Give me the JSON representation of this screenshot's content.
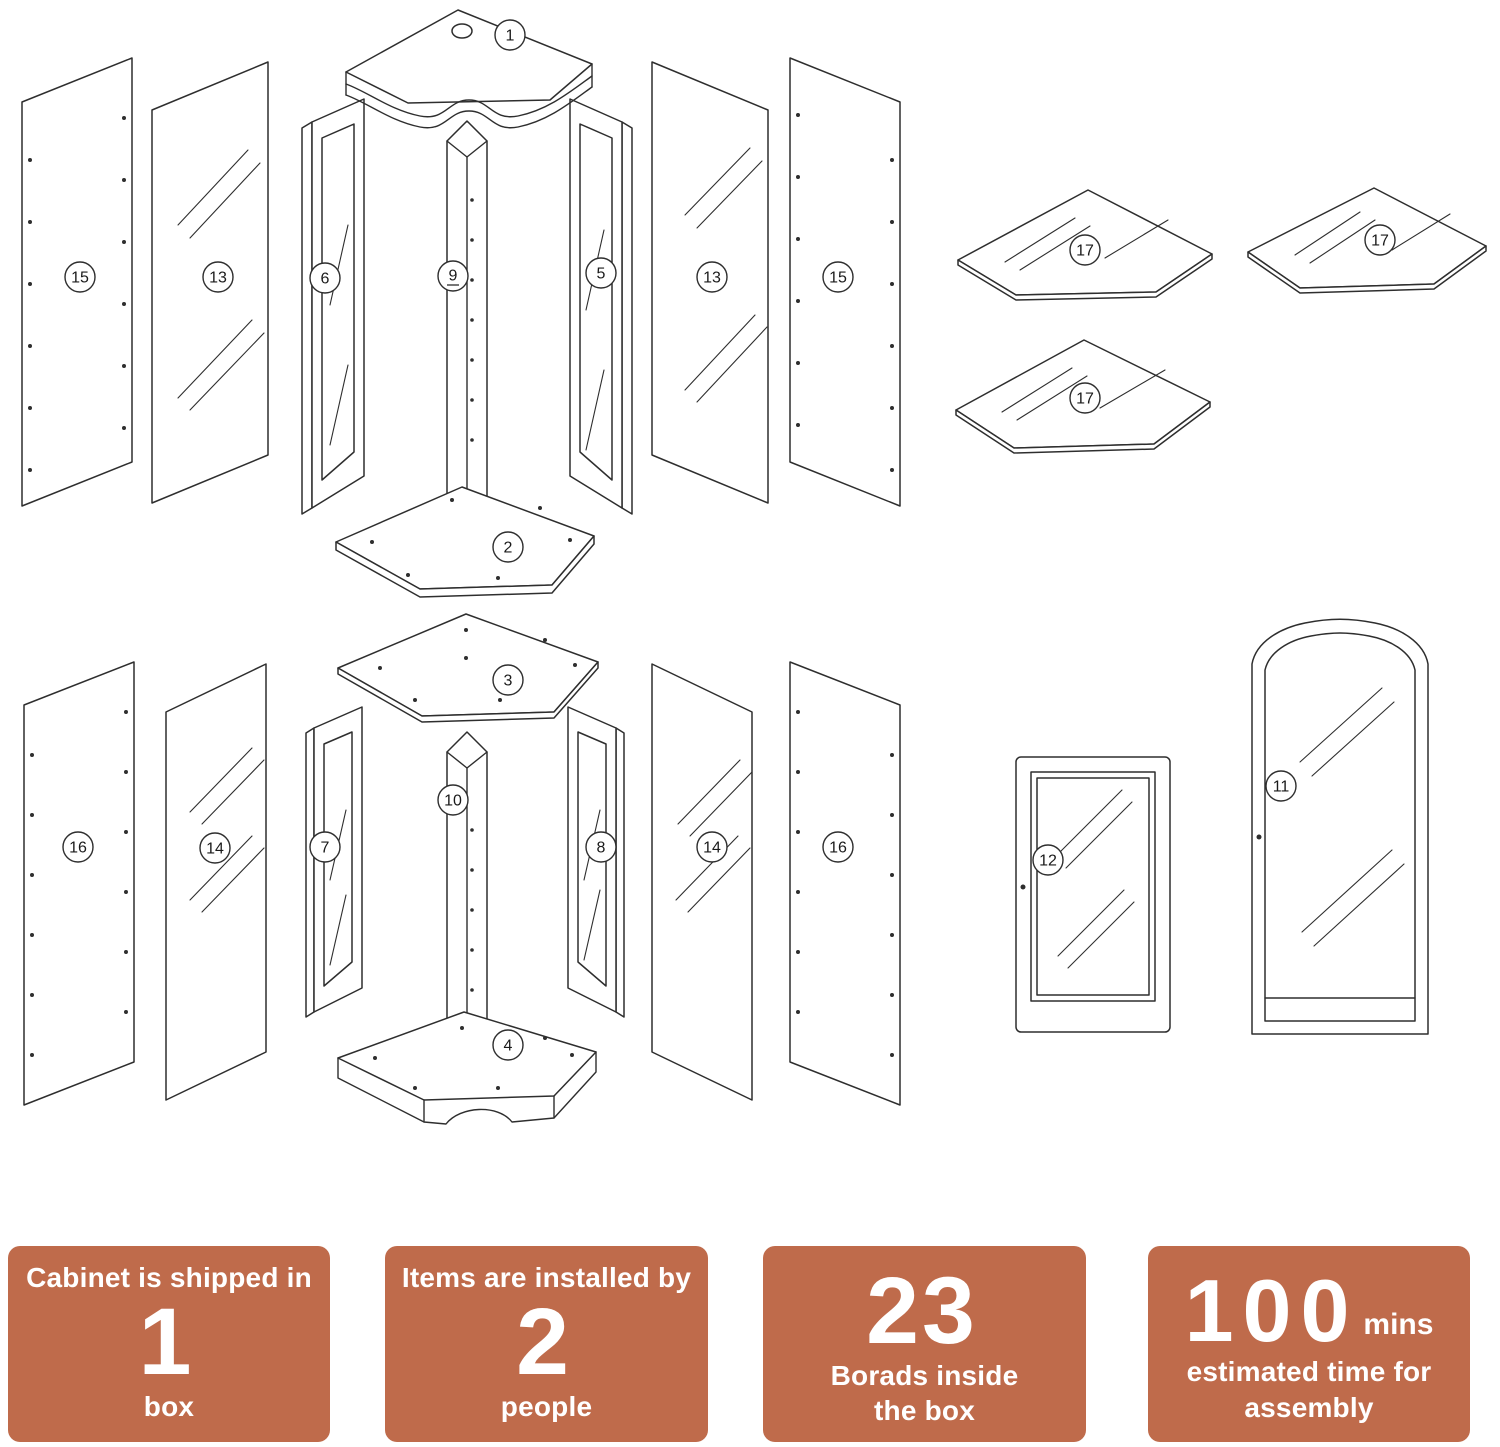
{
  "diagram": {
    "parts": [
      {
        "id": "upper-side-panel-left",
        "label": "15"
      },
      {
        "id": "upper-glass-panel-left",
        "label": "13"
      },
      {
        "id": "upper-door-stile-left",
        "label": "6"
      },
      {
        "id": "upper-corner-post",
        "label": "9"
      },
      {
        "id": "upper-door-stile-right",
        "label": "5"
      },
      {
        "id": "upper-glass-panel-right",
        "label": "13"
      },
      {
        "id": "upper-side-panel-right",
        "label": "15"
      },
      {
        "id": "top-crown",
        "label": "1"
      },
      {
        "id": "middle-shelf",
        "label": "2"
      },
      {
        "id": "corner-shelf-a",
        "label": "17"
      },
      {
        "id": "corner-shelf-b",
        "label": "17"
      },
      {
        "id": "corner-shelf-c",
        "label": "17"
      },
      {
        "id": "lower-top-shelf",
        "label": "3"
      },
      {
        "id": "lower-side-panel-left",
        "label": "16"
      },
      {
        "id": "lower-glass-panel-left",
        "label": "14"
      },
      {
        "id": "lower-door-stile-left",
        "label": "7"
      },
      {
        "id": "lower-corner-post",
        "label": "10"
      },
      {
        "id": "lower-door-stile-right",
        "label": "8"
      },
      {
        "id": "lower-glass-panel-right",
        "label": "14"
      },
      {
        "id": "lower-side-panel-right",
        "label": "16"
      },
      {
        "id": "base",
        "label": "4"
      },
      {
        "id": "glass-door-small",
        "label": "12"
      },
      {
        "id": "glass-door-arched",
        "label": "11"
      }
    ]
  },
  "info_cards": [
    {
      "line1": "Cabinet is shipped in",
      "big": "1",
      "suffix": "",
      "line2": "box",
      "line3": ""
    },
    {
      "line1": "Items are installed by",
      "big": "2",
      "suffix": "",
      "line2": "people",
      "line3": ""
    },
    {
      "line1": "",
      "big": "23",
      "suffix": "",
      "line2": "Borads inside",
      "line3": "the box"
    },
    {
      "line1": "",
      "big": "100",
      "suffix": "mins",
      "line2": "estimated time for",
      "line3": "assembly"
    }
  ],
  "colors": {
    "card_background": "#bf6b4b",
    "line_color": "#2e2e2e",
    "text": "#ffffff"
  }
}
